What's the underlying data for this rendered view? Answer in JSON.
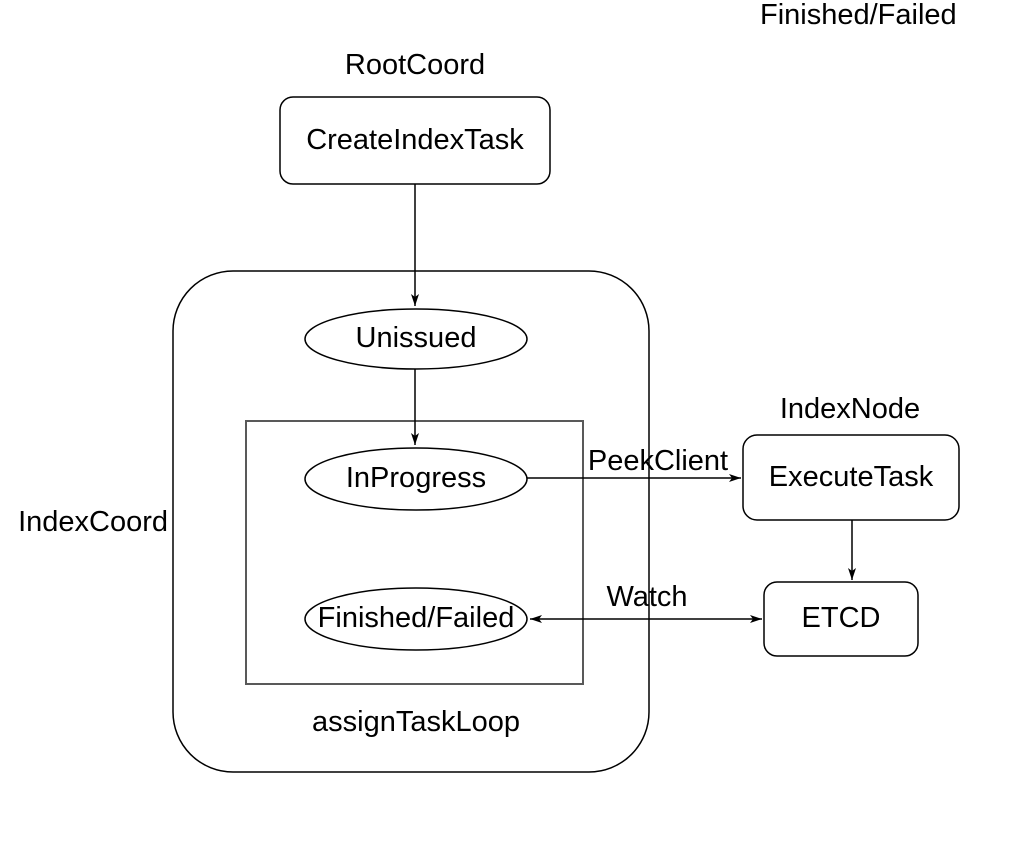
{
  "diagram": {
    "title_labels": {
      "root_coord": "RootCoord",
      "index_coord": "IndexCoord",
      "index_node": "IndexNode",
      "assign_task_loop": "assignTaskLoop"
    },
    "nodes": {
      "create_index_task": "CreateIndexTask",
      "unissued": "Unissued",
      "in_progress": "InProgress",
      "finished_failed": "Finished/Failed",
      "execute_task": "ExecuteTask",
      "etcd": "ETCD"
    },
    "edge_labels": {
      "peek_client": "PeekClient",
      "finished_failed": "Finished/Failed",
      "watch": "Watch"
    },
    "colors": {
      "background": "#ffffff",
      "shape_stroke": "#000000",
      "inner_loop_box_stroke": "#595959",
      "text": "#000000",
      "shape_fill": "#ffffff"
    }
  }
}
